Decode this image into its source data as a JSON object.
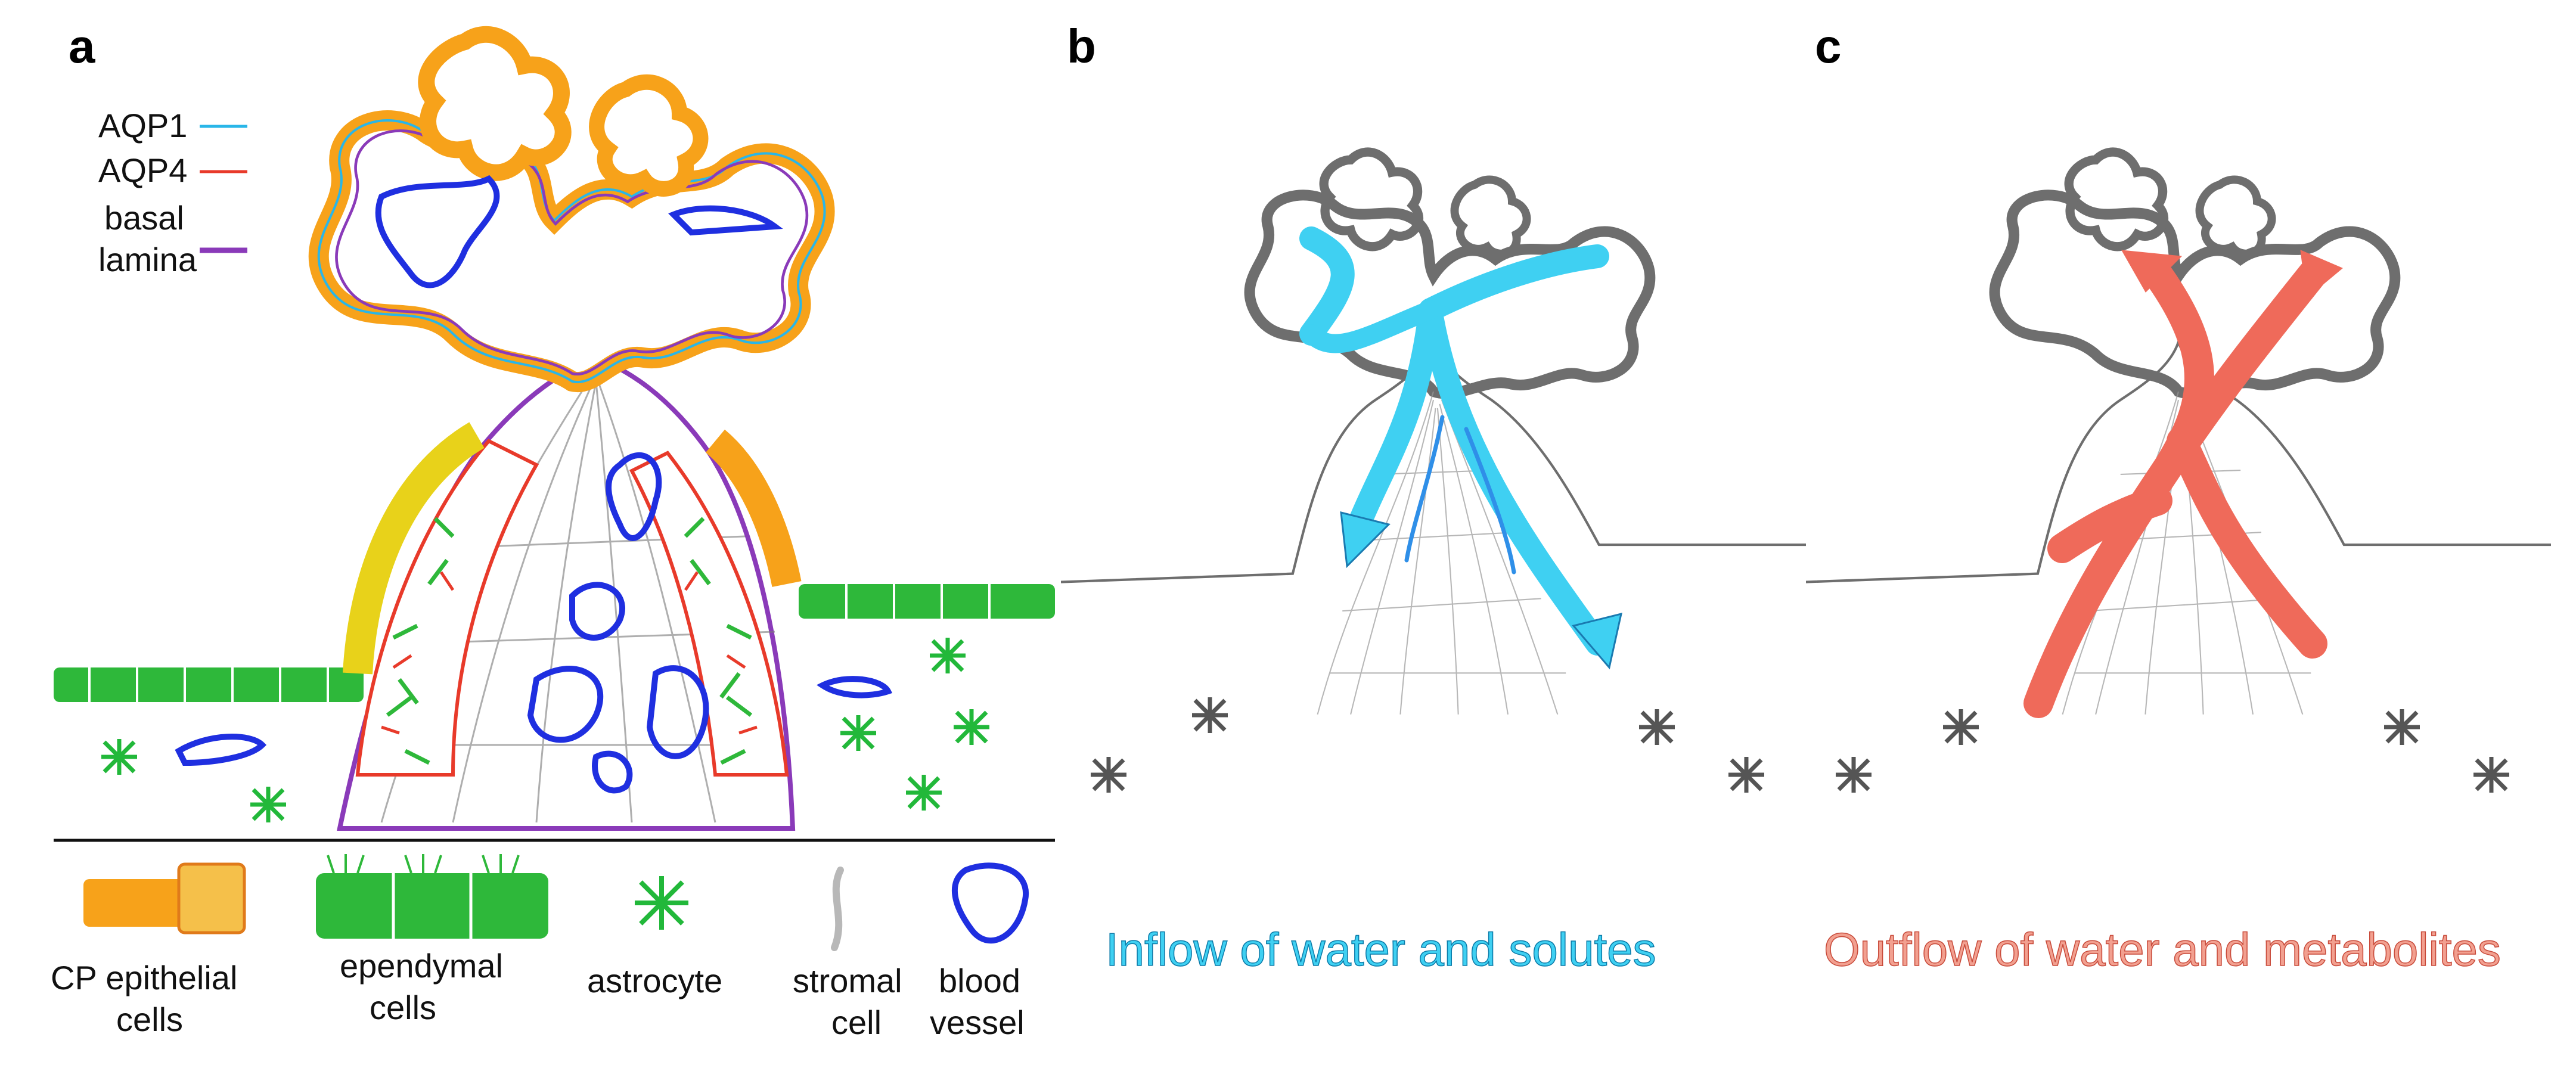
{
  "panels": {
    "a": {
      "letter": "a"
    },
    "b": {
      "letter": "b",
      "caption": "Inflow of water and solutes"
    },
    "c": {
      "letter": "c",
      "caption": "Outflow of water and metabolites"
    }
  },
  "legend": {
    "aqp1": {
      "label": "AQP1",
      "color": "#29b6e8"
    },
    "aqp4": {
      "label": "AQP4",
      "color": "#e83a2a"
    },
    "basal_lamina": {
      "label_line1": "basal",
      "label_line2": "lamina",
      "color": "#8a3ab9"
    }
  },
  "key": {
    "cp_epithelial": {
      "line1": "CP epithelial",
      "line2": "cells"
    },
    "ependymal": {
      "line1": "ependymal",
      "line2": "cells"
    },
    "astrocyte": {
      "line1": "astrocyte"
    },
    "stromal": {
      "line1": "stromal",
      "line2": "cell"
    },
    "blood_vessel": {
      "line1": "blood",
      "line2": "vessel"
    }
  },
  "colors": {
    "vessel": "#1f2fe0",
    "ependymal": "#2eb83a",
    "astrocyte": "#22b83a",
    "epithelium": "#f7a21a",
    "stroma": "#b8b8b8",
    "gray_tissue": "#6e6e6e",
    "inflow": "#3fd0f2",
    "outflow": "#ef6a5a"
  }
}
